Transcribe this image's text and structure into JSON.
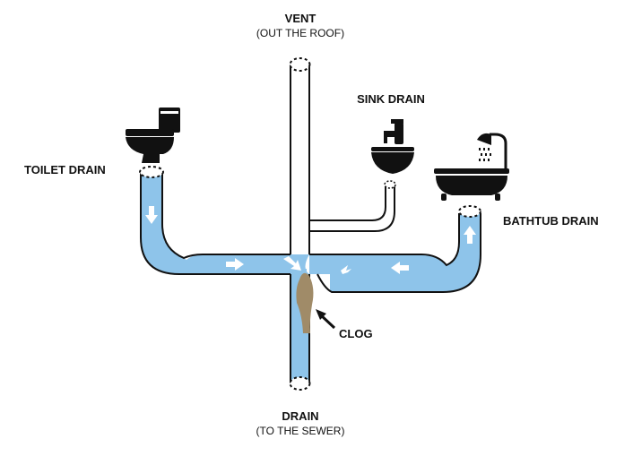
{
  "labels": {
    "vent_title": "VENT",
    "vent_sub": "(OUT THE ROOF)",
    "sink_drain": "SINK DRAIN",
    "toilet_drain": "TOILET DRAIN",
    "bathtub_drain": "BATHTUB DRAIN",
    "clog": "CLOG",
    "drain_title": "DRAIN",
    "drain_sub": "(TO THE SEWER)"
  },
  "colors": {
    "water": "#8ec4ea",
    "pipe_outline": "#111111",
    "clog": "#a08b68",
    "arrow": "#ffffff",
    "fixture": "#111111"
  },
  "icons": [
    "toilet-icon",
    "sink-icon",
    "bathtub-icon",
    "shower-head-icon"
  ]
}
